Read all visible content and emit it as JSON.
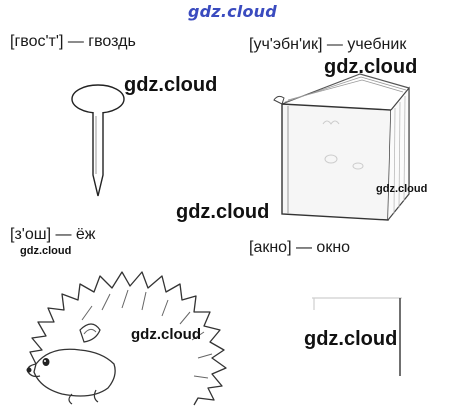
{
  "header": {
    "site": "gdz.cloud"
  },
  "items": [
    {
      "id": "nail",
      "caption": "[гвос'т'] — гвоздь"
    },
    {
      "id": "book",
      "caption": "[уч'эбн'ик] — учебник"
    },
    {
      "id": "hedgehog",
      "caption": "[з'ош] — ёж"
    },
    {
      "id": "window",
      "caption": "[акно] — окно"
    }
  ],
  "watermark": "gdz.cloud"
}
